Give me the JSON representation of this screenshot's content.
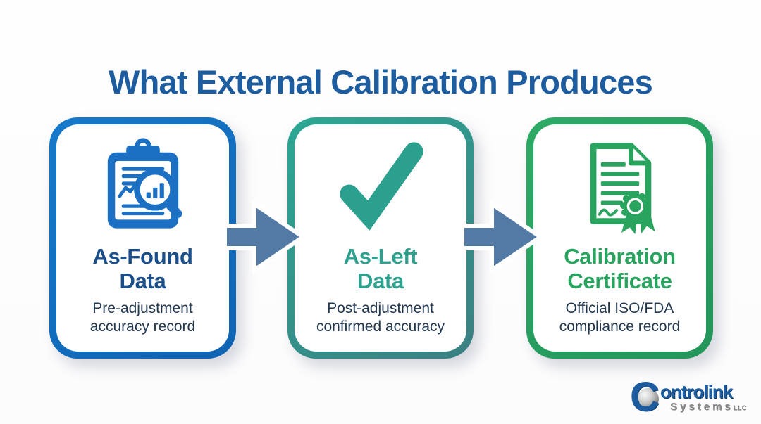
{
  "page": {
    "title": "What External Calibration Produces"
  },
  "cards": [
    {
      "id": "as-found-data",
      "icon": "clipboard-magnifier-icon",
      "title_line1": "As-Found",
      "title_line2": "Data",
      "subtitle_line1": "Pre-adjustment",
      "subtitle_line2": "accuracy record",
      "border_color": "#1472c4",
      "title_color": "#1a4f8b",
      "icon_color": "#1c70c4"
    },
    {
      "id": "as-left-data",
      "icon": "checkmark-icon",
      "title_line1": "As-Left",
      "title_line2": "Data",
      "subtitle_line1": "Post-adjustment",
      "subtitle_line2": "confirmed accuracy",
      "border_color": "#2ca08e",
      "title_color": "#2da18e",
      "icon_color": "#2ca08e"
    },
    {
      "id": "calibration-certificate",
      "icon": "certificate-ribbon-icon",
      "title_line1": "Calibration",
      "title_line2": "Certificate",
      "subtitle_line1": "Official ISO/FDA",
      "subtitle_line2": "compliance record",
      "border_color": "#28a45f",
      "title_color": "#28a45f",
      "icon_color": "#28a45f"
    }
  ],
  "arrows": {
    "count": 2,
    "direction": "right",
    "color": "#527aa4"
  },
  "logo": {
    "initial": "C",
    "rest": "ontrolink",
    "line2": "Systems",
    "suffix": "LLC",
    "brand_color": "#1d5c9e",
    "secondary_color": "#8d8d8d"
  },
  "colors": {
    "background": "#fdfdfe",
    "heading": "#1c5c9f",
    "subtitle_text": "#223850"
  }
}
